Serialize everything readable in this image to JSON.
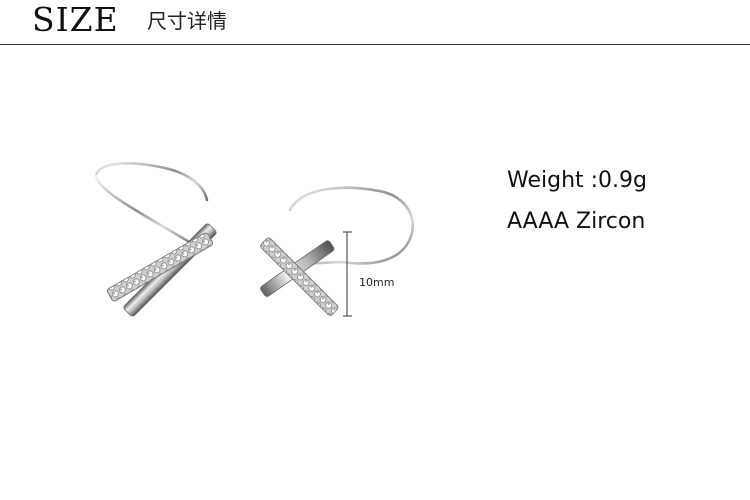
{
  "header": {
    "title_en": "SIZE",
    "title_cn": "尺寸详情"
  },
  "specs": {
    "weight": "Weight :0.9g",
    "material": "AAAA Zircon"
  },
  "dimension": {
    "label": "10mm"
  },
  "colors": {
    "text": "#111111",
    "rule": "#333333",
    "metal": "#9a9a9a",
    "metal_highlight": "#e6e6e6"
  }
}
